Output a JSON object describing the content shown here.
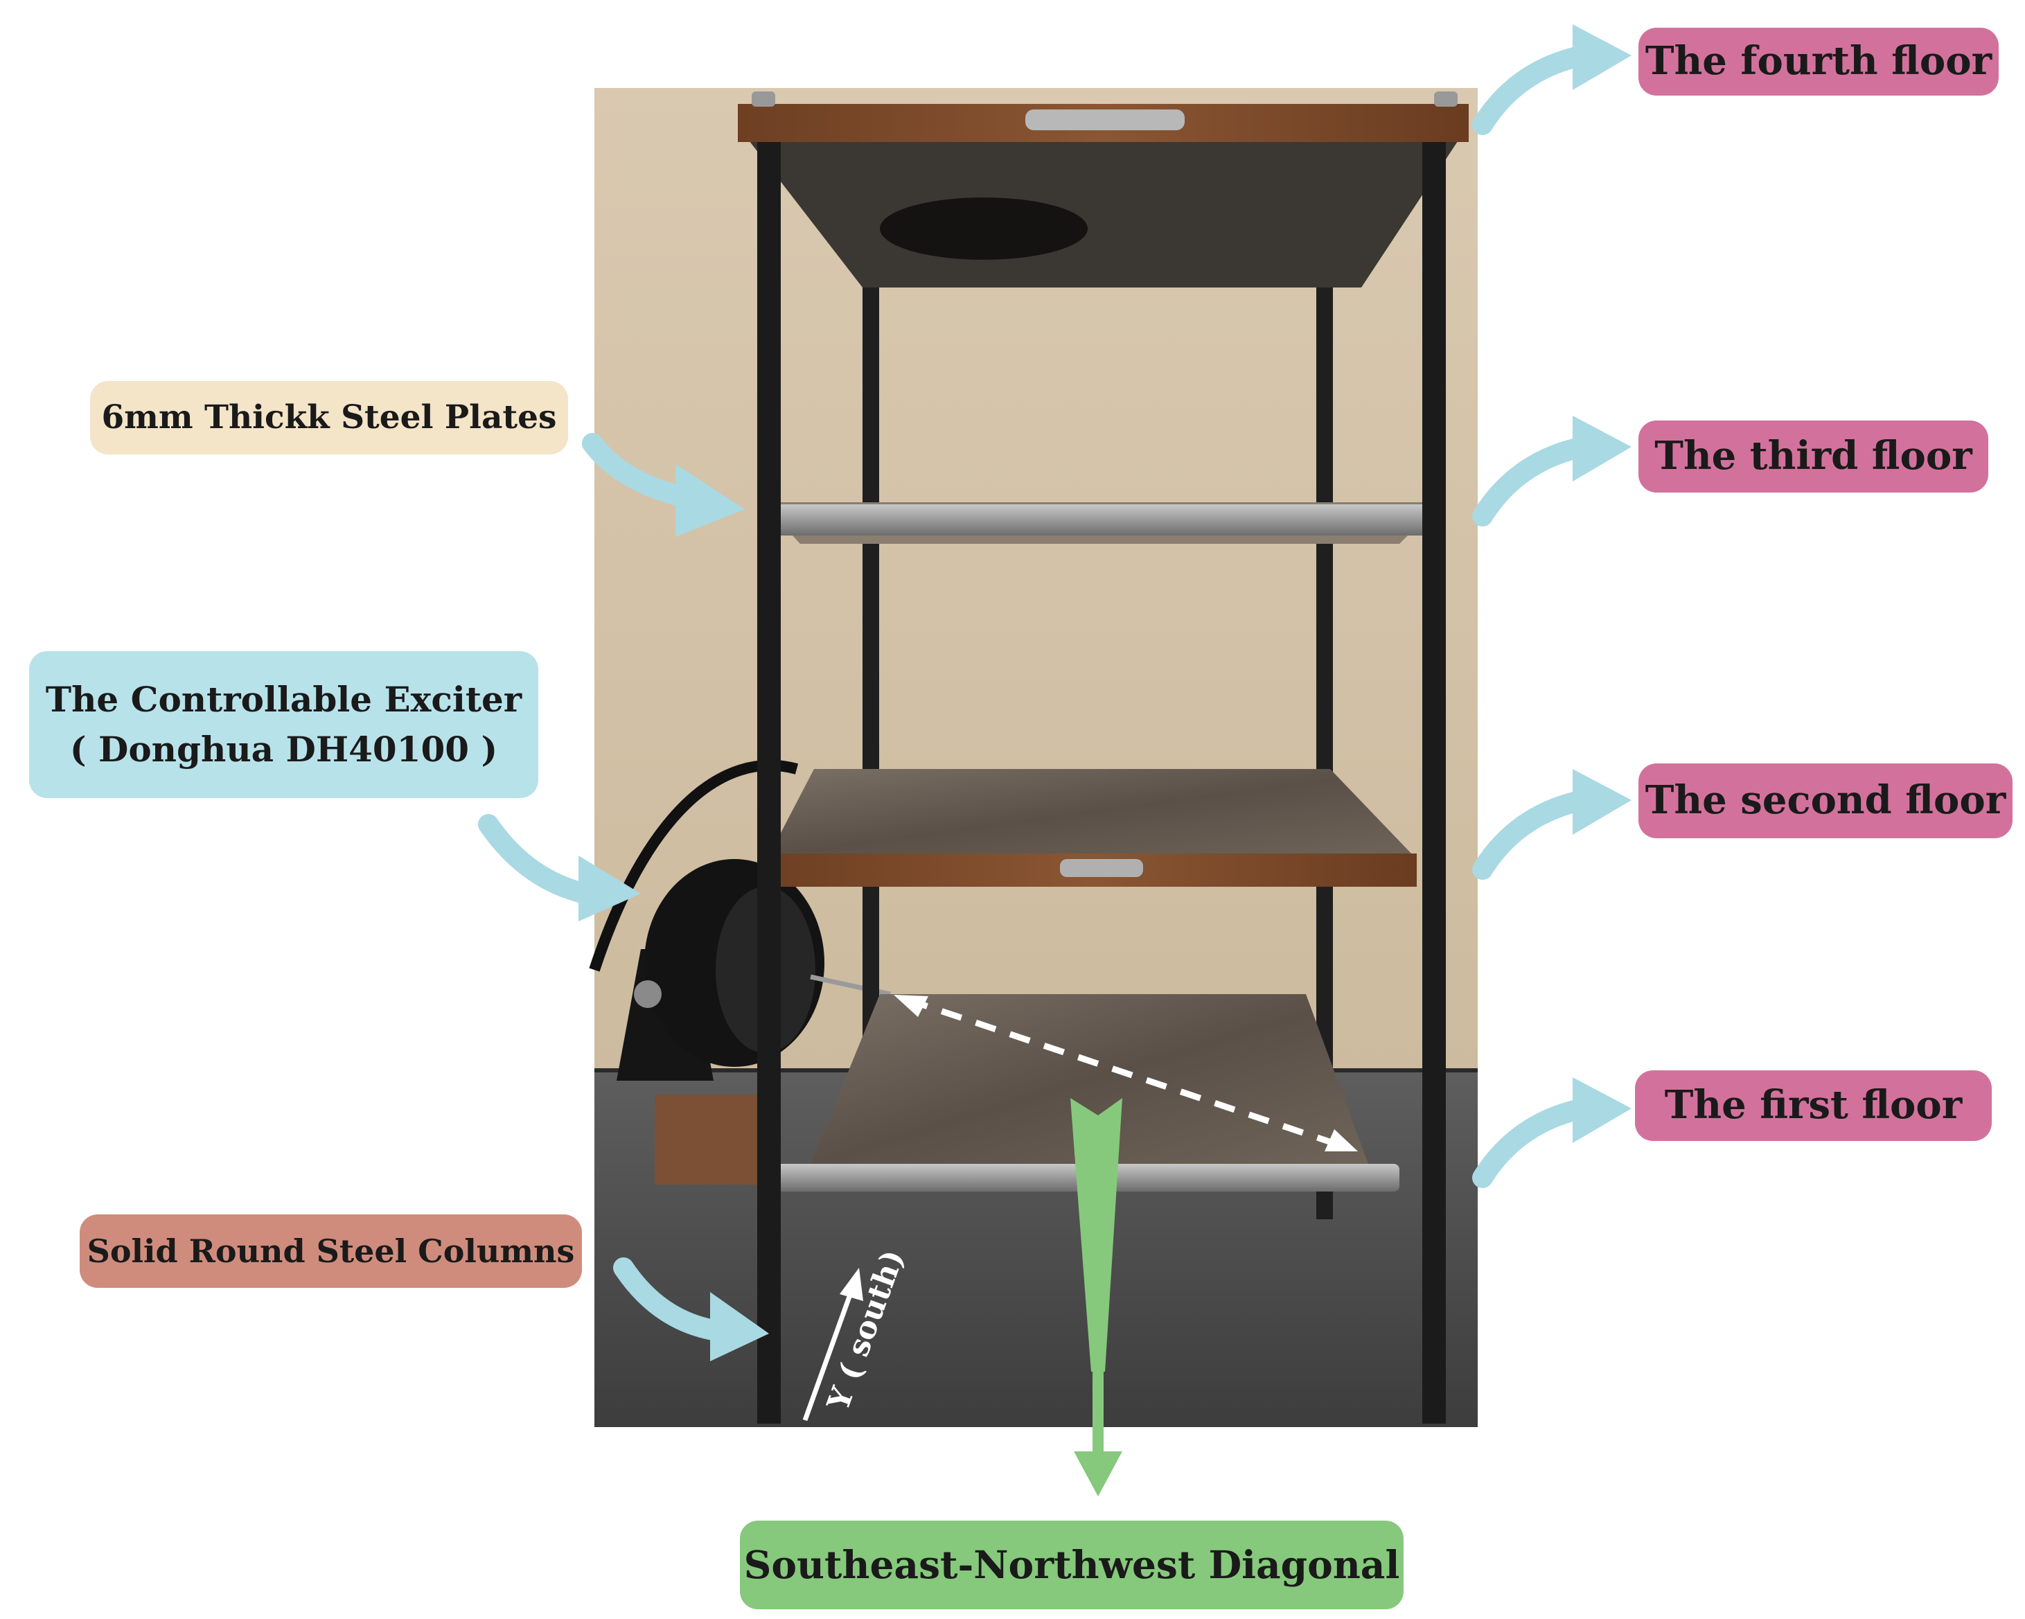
{
  "labels": {
    "fourth_floor": "The fourth floor",
    "third_floor": "The third floor",
    "second_floor": "The second floor",
    "first_floor": "The first floor",
    "steel_plates": "6mm Thickk Steel Plates",
    "exciter_line1": "The Controllable Exciter",
    "exciter_line2": "( Donghua DH40100 )",
    "steel_columns": "Solid Round Steel Columns",
    "diagonal": "Southeast-Northwest Diagonal",
    "y_axis": "Y ( south)"
  },
  "colors": {
    "floor_label": "#d2729c",
    "plate_label": "#f4e4c8",
    "exciter_label": "#b8e2ea",
    "column_label": "#cf8c7c",
    "diagonal_label": "#86c97c",
    "callout_arrow": "#a9d9e3",
    "diagonal_arrow": "#86c97c",
    "wall": "#d6c6ad",
    "steel": "#242424",
    "rust": "#7a4a2c"
  }
}
